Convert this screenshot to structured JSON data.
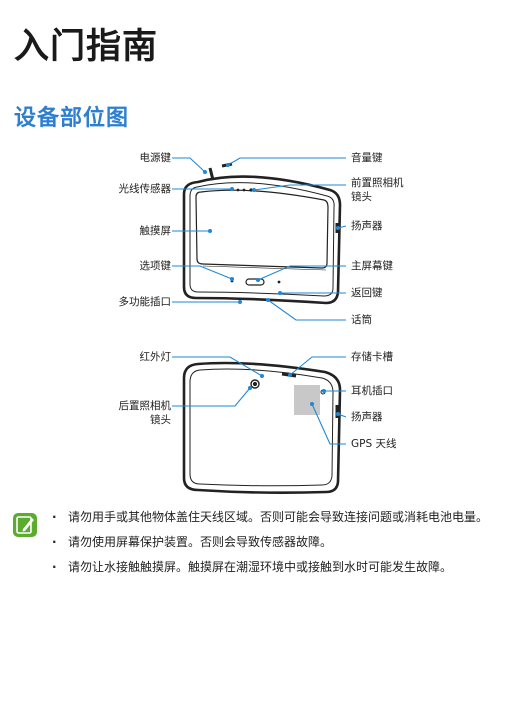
{
  "page": {
    "title": "入门指南",
    "section_title": "设备部位图"
  },
  "front_labels": {
    "power_key": "电源键",
    "light_sensor": "光线传感器",
    "touch_screen": "触摸屏",
    "option_key": "选项键",
    "multi_port": "多功能插口",
    "volume_key": "音量键",
    "front_camera_1": "前置照相机",
    "front_camera_2": "镜头",
    "speaker": "扬声器",
    "home_key": "主屏幕键",
    "back_key": "返回键",
    "microphone": "话筒"
  },
  "back_labels": {
    "ir_led": "红外灯",
    "rear_camera_1": "后置照相机",
    "rear_camera_2": "镜头",
    "memory_slot": "存储卡槽",
    "earphone_jack": "耳机插口",
    "speaker": "扬声器",
    "gps_antenna": "GPS 天线"
  },
  "notes": [
    "请勿用手或其他物体盖住天线区域。否则可能会导致连接问题或消耗电池电量。",
    "请勿使用屏幕保护装置。否则会导致传感器故障。",
    "请勿让水接触触摸屏。触摸屏在潮湿环境中或接触到水时可能发生故障。"
  ],
  "colors": {
    "section_title": "#2e7fd0",
    "leader_line": "#1e88d8",
    "note_icon": "#5aab2e"
  }
}
